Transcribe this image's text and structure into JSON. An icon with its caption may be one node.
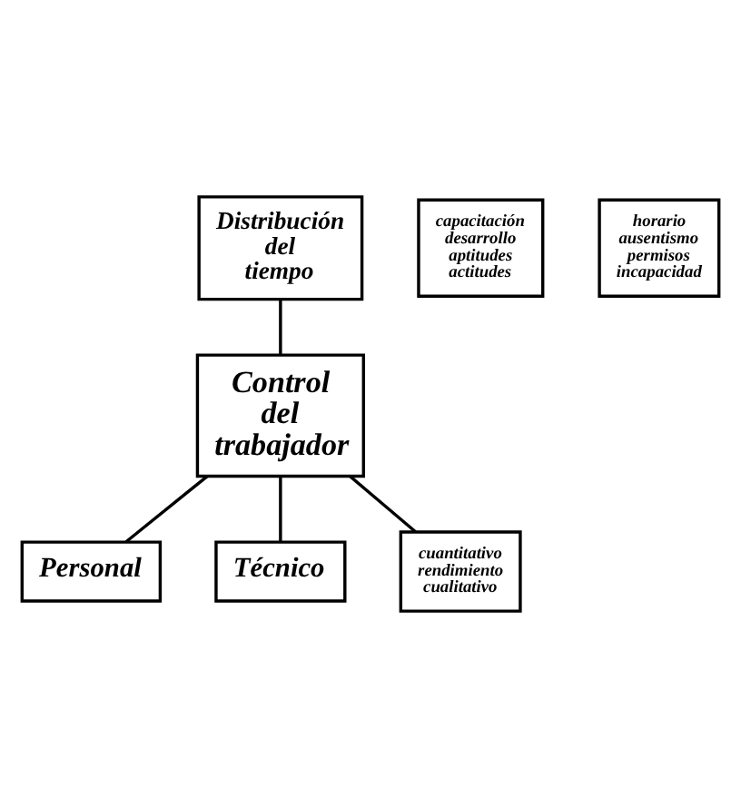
{
  "diagram": {
    "nodes": [
      {
        "text": [
          "Distribución del tiempo"
        ]
      },
      {
        "text": [
          "capacitación desarrollo aptitudes actitudes"
        ]
      },
      {
        "text": [
          "horario ausentismo permisos incapacidad"
        ]
      },
      {
        "text": [
          "Control del trabajador"
        ]
      },
      {
        "text": [
          "Personal"
        ]
      },
      {
        "text": [
          "Técnico"
        ]
      },
      {
        "text": [
          "cuantitativo rendimiento cualitativo"
        ]
      }
    ],
    "edges": [
      {
        "from": 0,
        "to": 3,
        "arrow": "none"
      },
      {
        "from": 3,
        "to": 4,
        "arrow": "none"
      },
      {
        "from": 3,
        "to": 5,
        "arrow": "none"
      },
      {
        "from": 3,
        "to": 6,
        "arrow": "none"
      }
    ]
  }
}
